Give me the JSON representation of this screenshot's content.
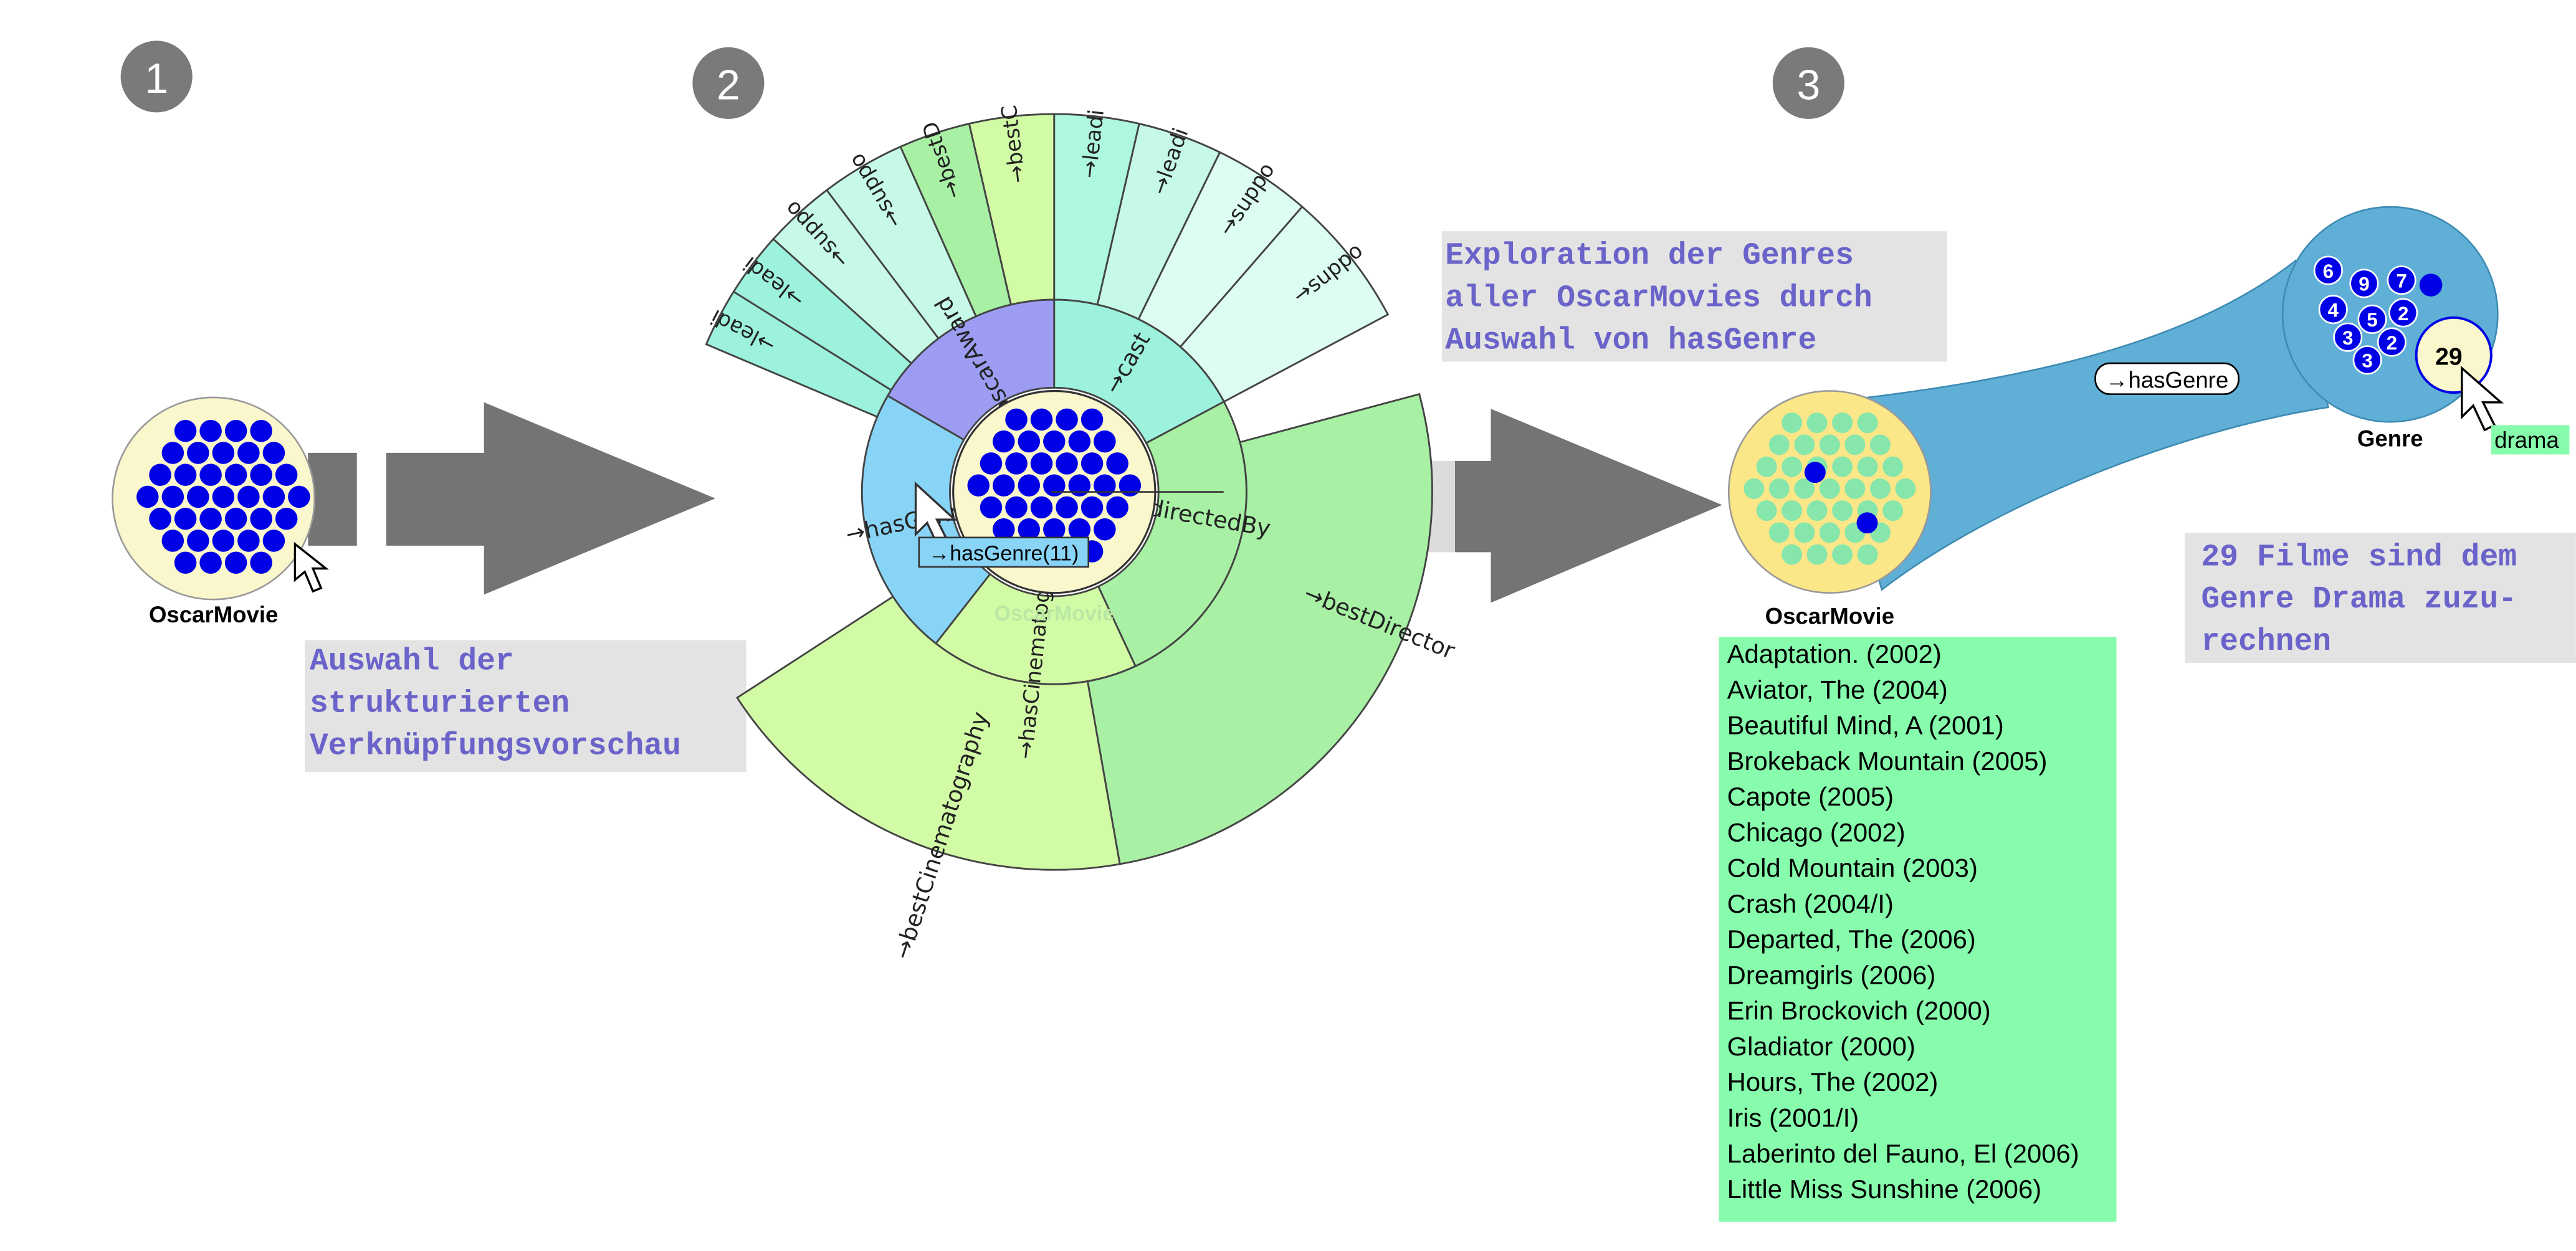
{
  "steps": {
    "one": "1",
    "two": "2",
    "three": "3"
  },
  "panel1": {
    "node_label": "OscarMovie",
    "caption": [
      "Auswahl der",
      "strukturierten",
      "Verknüpfungsvorschau"
    ]
  },
  "panel2": {
    "center_label": "OscarMovie",
    "inner_ring": [
      "→oscarAward",
      "→cast",
      "→directedBy",
      "→hasCinematographer",
      "→hasGenre"
    ],
    "outer_ring_main": [
      "→bestDirector",
      "→bestCinematography"
    ],
    "outer_ring_top": [
      "→leadingActor",
      "→leadingActress",
      "→supportingActor",
      "→supportingActress",
      "→bestDirector",
      "→bestCinematography",
      "→leadingActor",
      "→leadingActress",
      "→supportingActor",
      "→supportingActress"
    ],
    "hover_label": "→hasGenre(11)"
  },
  "panel3": {
    "caption": [
      "Exploration der Genres",
      "aller OscarMovies durch",
      "Auswahl von hasGenre"
    ],
    "source_label": "OscarMovie",
    "edge_label": "→hasGenre",
    "target_label": "Genre",
    "selected_count": "29",
    "selected_genre": "drama",
    "genre_counts": [
      "6",
      "9",
      "7",
      "4",
      "5",
      "2",
      "3",
      "2",
      "3"
    ],
    "result_caption": [
      "29 Filme sind dem",
      "Genre Drama zuzu-",
      "rechnen"
    ],
    "movies": [
      "Adaptation. (2002)",
      "Aviator, The (2004)",
      "Beautiful Mind, A (2001)",
      "Brokeback Mountain (2005)",
      "Capote (2005)",
      "Chicago (2002)",
      "Cold Mountain (2003)",
      "Crash (2004/I)",
      "Departed, The (2006)",
      "Dreamgirls (2006)",
      "Erin Brockovich (2000)",
      "Gladiator (2000)",
      "Hours, The (2002)",
      "Iris (2001/I)",
      "Laberinto del Fauno, El (2006)",
      "Little Miss Sunshine (2006)"
    ]
  },
  "colors": {
    "step_circle": "#7a7a7a",
    "arrow": "#747474",
    "node_fill": "#fbf7cc",
    "dot": "#0000e6",
    "caption_bg": "#e3e3e3",
    "caption_text": "#6a63c9",
    "list_bg": "#86fcac",
    "edge_fill": "#5fafd6",
    "oscar_award": "#9b9cf2",
    "cast": "#9cf2dc",
    "genre": "#88d4f7",
    "director_green": "#a8f0a4",
    "cinemato_green": "#d2fba5"
  }
}
